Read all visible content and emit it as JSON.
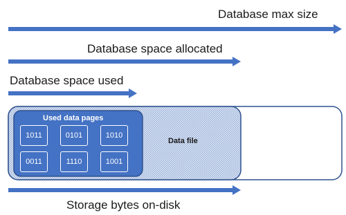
{
  "labels": {
    "max_size": "Database max size",
    "allocated": "Database space allocated",
    "used": "Database space used",
    "storage": "Storage bytes on-disk"
  },
  "data_file": {
    "label": "Data file",
    "used_pages_title": "Used data pages",
    "pages": [
      "1011",
      "0101",
      "1010",
      "0011",
      "1110",
      "1001"
    ]
  },
  "colors": {
    "arrow_blue": "#4472c4",
    "outline_blue": "#2f528f",
    "page_fill": "#4472c4",
    "text": "#1a1a1a"
  }
}
